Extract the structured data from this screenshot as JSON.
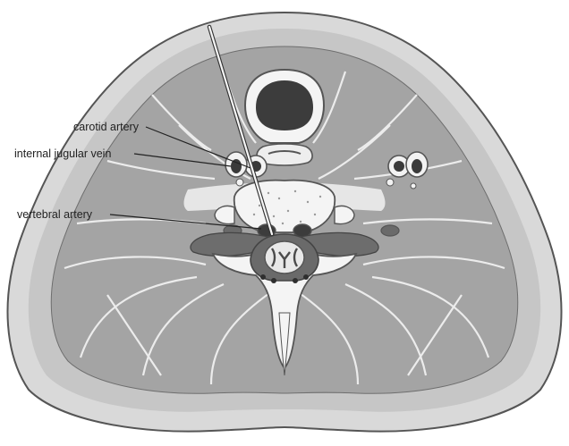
{
  "labels": {
    "carotid_artery": "carotid artery",
    "internal_jugular_vein": "internal jugular vein",
    "vertebral_artery": "vertebral artery"
  },
  "colors": {
    "skin": "#d9d9d9",
    "fat": "#c6c6c6",
    "muscle": "#a4a4a4",
    "muscle_line": "#f0f0f0",
    "bone": "#f2f2f2",
    "outline": "#555555",
    "dark": "#4a4a4a"
  },
  "structures": {
    "outline_icon": "neck-cross-section",
    "needle_icon": "needle"
  }
}
